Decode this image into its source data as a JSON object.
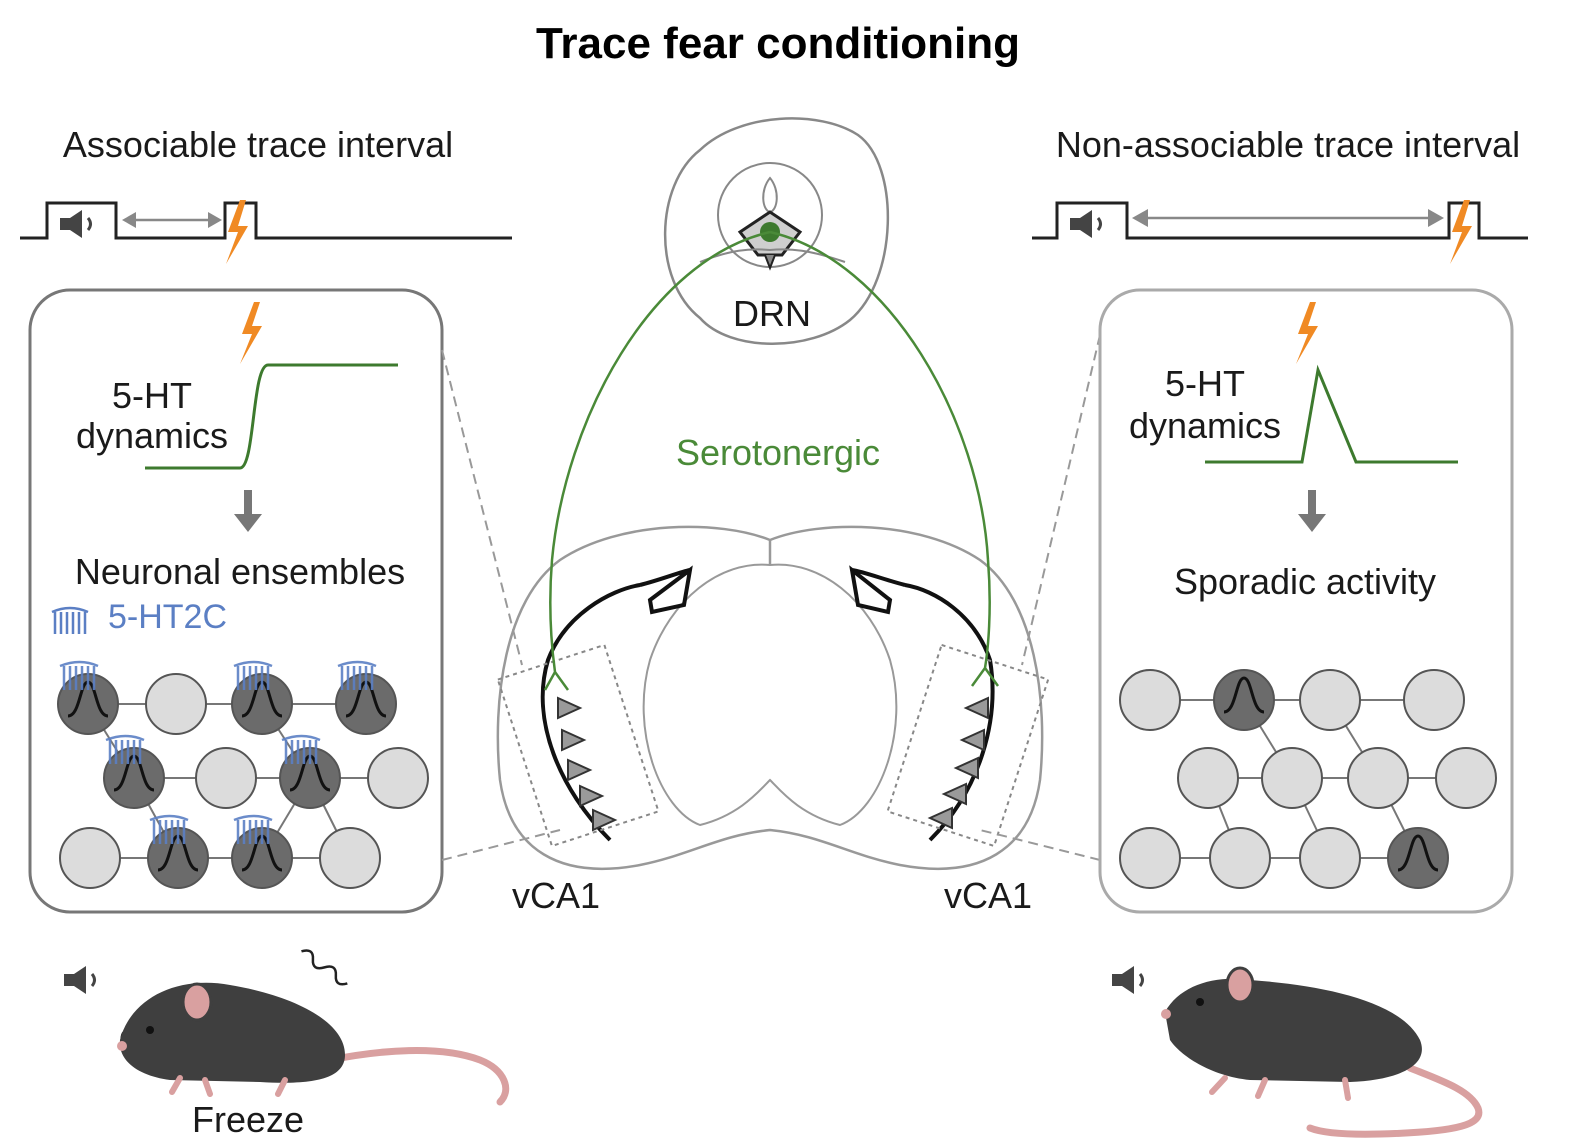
{
  "title": "Trace fear conditioning",
  "left_panel": {
    "heading": "Associable trace interval",
    "dynamics_label_line1": "5-HT",
    "dynamics_label_line2": "dynamics",
    "outcome_label": "Neuronal ensembles",
    "receptor_label": "5-HT2C",
    "behavior_label": "Freeze",
    "neurons": [
      {
        "active": true,
        "receptor": true
      },
      {
        "active": false,
        "receptor": false
      },
      {
        "active": true,
        "receptor": true
      },
      {
        "active": true,
        "receptor": true
      },
      {
        "active": true,
        "receptor": true
      },
      {
        "active": false,
        "receptor": false
      },
      {
        "active": true,
        "receptor": true
      },
      {
        "active": false,
        "receptor": false
      },
      {
        "active": false,
        "receptor": false
      },
      {
        "active": true,
        "receptor": true
      },
      {
        "active": true,
        "receptor": true
      },
      {
        "active": false,
        "receptor": false
      }
    ]
  },
  "right_panel": {
    "heading": "Non-associable trace interval",
    "dynamics_label_line1": "5-HT",
    "dynamics_label_line2": "dynamics",
    "outcome_label": "Sporadic activity",
    "neurons": [
      {
        "active": false
      },
      {
        "active": true
      },
      {
        "active": false
      },
      {
        "active": false
      },
      {
        "active": false
      },
      {
        "active": false
      },
      {
        "active": false
      },
      {
        "active": false
      },
      {
        "active": false
      },
      {
        "active": false
      },
      {
        "active": false
      },
      {
        "active": true
      }
    ]
  },
  "center": {
    "source_label": "DRN",
    "pathway_label": "Serotonergic",
    "target_label_left": "vCA1",
    "target_label_right": "vCA1"
  },
  "colors": {
    "serotonergic": "#4a8a38",
    "receptor": "#5b7fc4",
    "shock": "#f08a24",
    "active_neuron": "#6b6b6b",
    "inactive_neuron": "#dcdcdc",
    "mouse_body": "#3f3f3f",
    "mouse_pink": "#d9a0a0"
  },
  "icons": [
    "speaker-icon",
    "lightning-icon",
    "down-arrow-icon",
    "mouse-icon"
  ]
}
